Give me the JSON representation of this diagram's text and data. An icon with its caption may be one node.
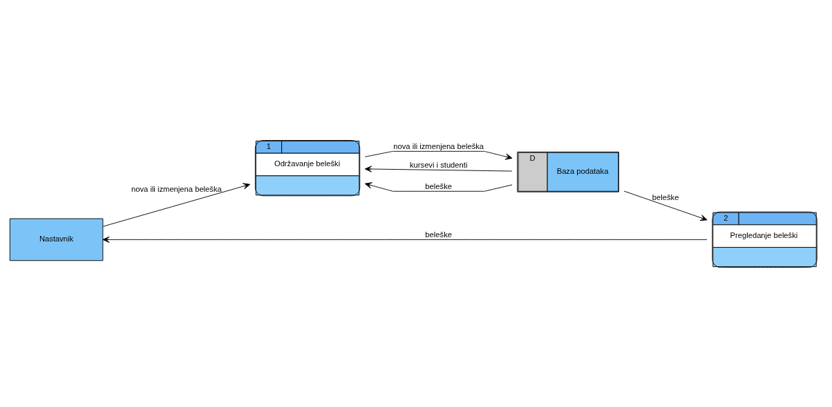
{
  "diagram": {
    "nodes": [
      {
        "text": [
          "Nastavnik"
        ]
      },
      {
        "text": [
          "1",
          "Održavanje beleški"
        ]
      },
      {
        "text": [
          "D",
          "Baza podataka"
        ]
      },
      {
        "text": [
          "2",
          "Pregledanje beleški"
        ]
      }
    ],
    "edges": [
      {
        "from": 0,
        "to": 1,
        "arrow": "to",
        "label": "nova ili izmenjena beleška"
      },
      {
        "from": 2,
        "to": 1,
        "arrow": "to",
        "label": "kursevi i studenti"
      },
      {
        "from": 1,
        "to": 2,
        "arrow": "to",
        "label": "nova ili izmenjena beleška"
      },
      {
        "from": 2,
        "to": 1,
        "arrow": "to",
        "label": "beleške"
      },
      {
        "from": 2,
        "to": 3,
        "arrow": "to",
        "label": "beleške"
      },
      {
        "from": 3,
        "to": 0,
        "arrow": "to",
        "label": "beleške"
      }
    ]
  }
}
